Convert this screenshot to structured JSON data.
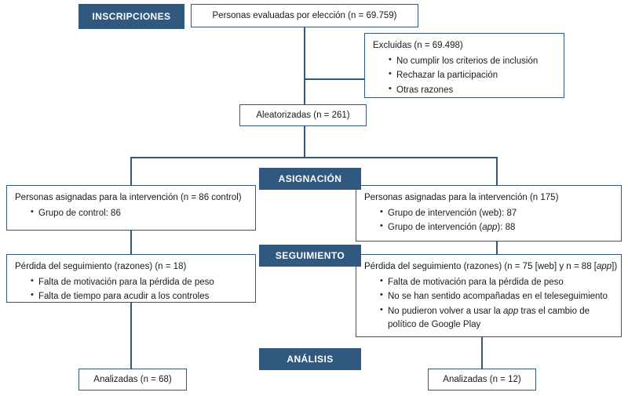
{
  "diagram": {
    "title": "Diagrama de flujo CONSORT",
    "accent_color": "#31597f",
    "line_color": "#31597f",
    "text_color": "#1a1a1a",
    "background": "#ffffff"
  },
  "stages": {
    "enrollment": "INSCRIPCIONES",
    "allocation": "ASIGNACIÓN",
    "followup": "SEGUIMIENTO",
    "analysis": "ANÁLISIS"
  },
  "nodes": {
    "assessed": {
      "text": "Personas evaluadas por elección (n = 69.759)"
    },
    "excluded": {
      "text": "Excluidas (n = 69.498)",
      "bullets": [
        "No cumplir los criterios de inclusión",
        "Rechazar la participación",
        "Otras razones"
      ]
    },
    "randomized": {
      "text": "Aleatorizadas (n = 261)"
    },
    "allocation_left": {
      "text": "Personas asignadas para la intervención (n = 86 control)",
      "bullets": [
        "Grupo de control: 86"
      ]
    },
    "allocation_right": {
      "text": "Personas asignadas para la intervención (n 175)",
      "bullets_html": [
        "Grupo de intervención (web): 87",
        "Grupo de intervención (<i>app</i>): 88"
      ]
    },
    "followup_left": {
      "text": "Pérdida del seguimiento (razones) (n = 18)",
      "bullets": [
        "Falta de motivación para la pérdida de peso",
        "Falta de tiempo para acudir a los controles"
      ]
    },
    "followup_right": {
      "text_html": "Pérdida del seguimiento (razones) (n = 75 [web] y n = 88 [<i>app</i>])",
      "bullets_html": [
        "Falta de motivación para la pérdida de peso",
        "No se han sentido acompañadas en el teleseguimiento",
        "No pudieron volver a usar la <i>app</i> tras el cambio de político de Google Play"
      ]
    },
    "analyzed_left": {
      "text": "Analizadas (n = 68)"
    },
    "analyzed_right": {
      "text": "Analizadas (n = 12)"
    }
  }
}
